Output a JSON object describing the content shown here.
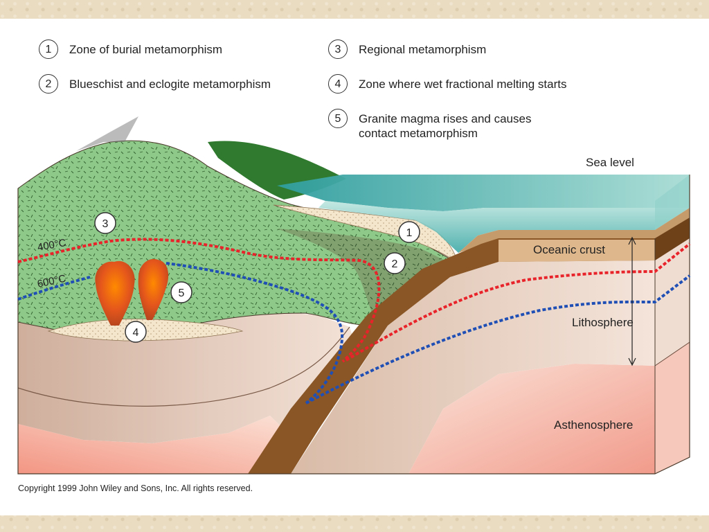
{
  "legend": [
    {
      "num": "1",
      "text": "Zone of burial metamorphism"
    },
    {
      "num": "2",
      "text": "Blueschist and eclogite metamorphism"
    },
    {
      "num": "3",
      "text": "Regional metamorphism"
    },
    {
      "num": "4",
      "text": "Zone where wet fractional melting starts"
    },
    {
      "num": "5",
      "text": "Granite magma rises and causes",
      "text2": "contact metamorphism"
    }
  ],
  "labels": {
    "sea_level": "Sea level",
    "oceanic_crust": "Oceanic crust",
    "lithosphere": "Lithosphere",
    "asthenosphere": "Asthenosphere",
    "isotherm_400": "400°C",
    "isotherm_600": "600°C"
  },
  "markers": [
    "1",
    "2",
    "3",
    "4",
    "5"
  ],
  "copyright": "Copyright 1999 John Wiley and Sons, Inc. All rights reserved.",
  "colors": {
    "isotherm_400": "#e8232a",
    "isotherm_600": "#1f4fb5",
    "continental_crust": "#8fc98a",
    "ocean": "#4fb8b3",
    "oceanic_slab": "#8a5626",
    "lithosphere": "#e9cdbb",
    "asthenosphere": "#f3a99a"
  }
}
